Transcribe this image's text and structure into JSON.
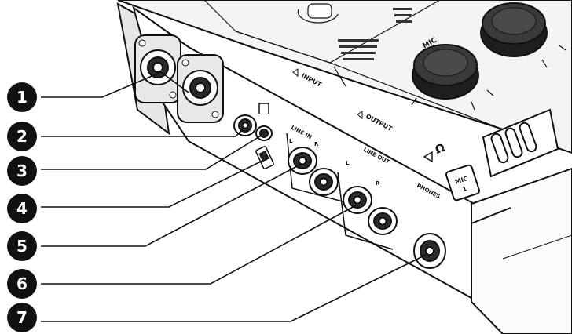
{
  "callouts": [
    "1",
    "2",
    "3",
    "4",
    "5",
    "6",
    "7"
  ],
  "panel_labels": {
    "input": "INPUT",
    "output": "OUTPUT",
    "line_in": "LINE IN",
    "line_out": "LINE OUT",
    "phones": "PHONES",
    "mic": "MIC",
    "mic_button": "MIC",
    "mic_button_sub": "1",
    "left": "L",
    "right": "R",
    "headphone_symbol": "Ω"
  }
}
